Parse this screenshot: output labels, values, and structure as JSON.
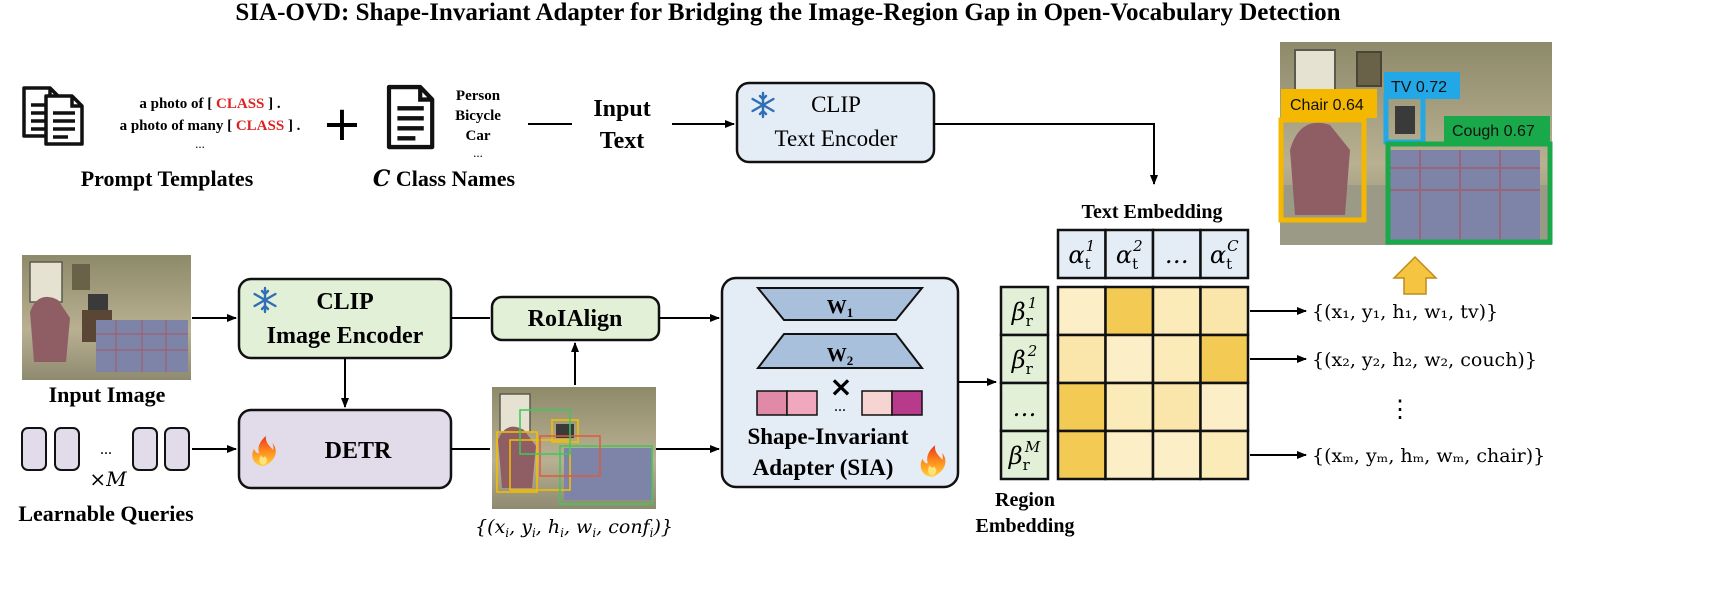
{
  "title": "SIA-OVD: Shape-Invariant Adapter for Bridging the Image-Region Gap in Open-Vocabulary Detection",
  "prompt_templates": {
    "line1_prefix": "a photo of [ ",
    "line1_class": "CLASS",
    "line1_suffix": " ] .",
    "line2_prefix": "a photo of many [ ",
    "line2_class": "CLASS",
    "line2_suffix": " ] .",
    "line3": "...",
    "caption": "Prompt Templates"
  },
  "plus_sign": "+",
  "class_names": {
    "items": [
      "Person",
      "Bicycle",
      "Car",
      "..."
    ],
    "caption_var": "C",
    "caption_rest": " Class Names"
  },
  "input_text": {
    "line1": "Input",
    "line2": "Text"
  },
  "clip_text_encoder": {
    "line1": "CLIP",
    "line2": "Text Encoder"
  },
  "text_embedding": {
    "title": "Text Embedding",
    "cells": [
      {
        "base": "α",
        "sub": "t",
        "sup": "1"
      },
      {
        "base": "α",
        "sub": "t",
        "sup": "2"
      },
      {
        "base": "…",
        "sub": "",
        "sup": ""
      },
      {
        "base": "α",
        "sub": "t",
        "sup": "C"
      }
    ]
  },
  "output_image": {
    "labels": [
      {
        "text": "Chair 0.64",
        "color": "#f5b800"
      },
      {
        "text": "TV 0.72",
        "color": "#22a8e6"
      },
      {
        "text": "Cough 0.67",
        "color": "#1aa94a"
      }
    ]
  },
  "input_image_caption": "Input Image",
  "clip_image_encoder": {
    "line1": "CLIP",
    "line2": "Image Encoder"
  },
  "roialign": "RoIAlign",
  "detr": "DETR",
  "queries": {
    "dots": "...",
    "times": "×M",
    "caption": "Learnable Queries"
  },
  "proposal_formula": "{(x_i, y_i, h_i, w_i, conf_i)}",
  "sia": {
    "w1": "W",
    "w1_sub": "1",
    "w2": "W",
    "w2_sub": "2",
    "times": "×",
    "dots": "...",
    "line1": "Shape-Invariant",
    "line2": "Adapter (SIA)"
  },
  "region_embedding": {
    "caption_line1": "Region",
    "caption_line2": "Embedding",
    "cells": [
      {
        "base": "β",
        "sub": "r",
        "sup": "1"
      },
      {
        "base": "β",
        "sub": "r",
        "sup": "2"
      },
      {
        "base": "…",
        "sub": "",
        "sup": ""
      },
      {
        "base": "β",
        "sub": "r",
        "sup": "M"
      }
    ]
  },
  "similarity_matrix": [
    [
      0.1,
      0.9,
      0.2,
      0.3
    ],
    [
      0.3,
      0.1,
      0.2,
      0.9
    ],
    [
      0.9,
      0.2,
      0.3,
      0.1
    ],
    [
      0.9,
      0.1,
      0.1,
      0.2
    ]
  ],
  "outputs": [
    {
      "text": "{(x₁, y₁, h₁, w₁, tv)}"
    },
    {
      "text": "{(x₂, y₂, h₂, w₂, couch)}"
    },
    {
      "text": "⋮"
    },
    {
      "text": "{(x_M, y_M, h_M, w_M, chair)}"
    }
  ],
  "colors": {
    "text_encoder_fill": "#e4ecf5",
    "image_encoder_fill": "#e3f0d8",
    "detr_fill": "#e2dbe9",
    "sia_fill": "#e4ecf5",
    "emb_fill": "#e3f0d8",
    "class_red": "#e02020",
    "matrix_low": "#fdf4d6",
    "matrix_high": "#f2c544",
    "arrow_up": "#f5c542"
  }
}
